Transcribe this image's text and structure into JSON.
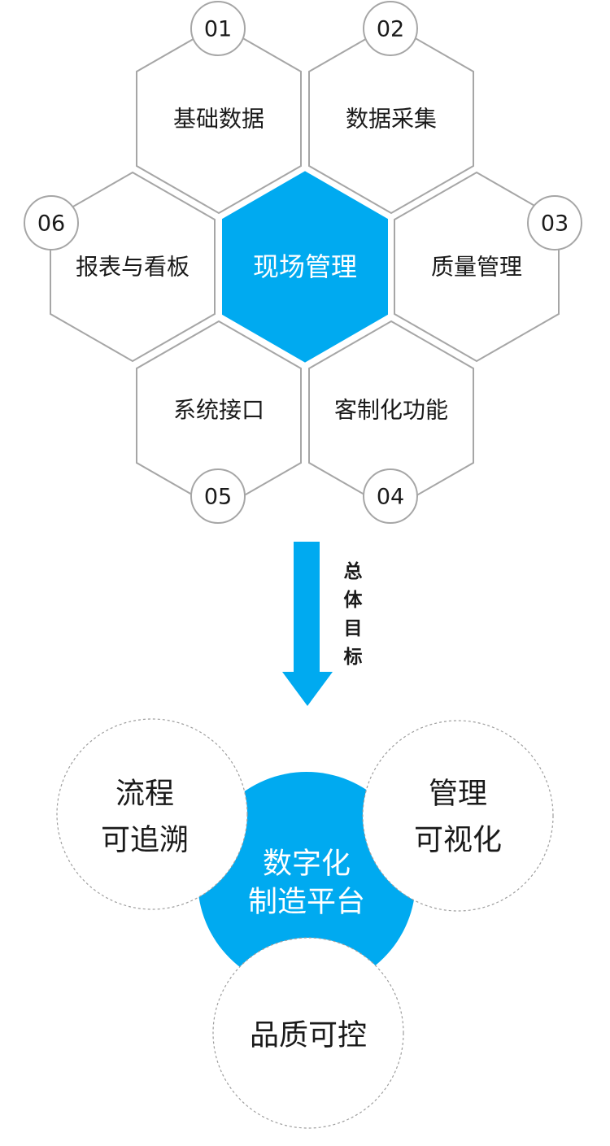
{
  "hexagons": {
    "center": "现场管理",
    "items": [
      {
        "label": "基础数据",
        "number": "01"
      },
      {
        "label": "数据采集",
        "number": "02"
      },
      {
        "label": "质量管理",
        "number": "03"
      },
      {
        "label": "客制化功能",
        "number": "04"
      },
      {
        "label": "系统接口",
        "number": "05"
      },
      {
        "label": "报表与看板",
        "number": "06"
      }
    ]
  },
  "goal": {
    "chars": [
      "总",
      "体",
      "目",
      "标"
    ]
  },
  "platform": {
    "center_line1": "数字化",
    "center_line2": "制造平台",
    "left_line1": "流程",
    "left_line2": "可追溯",
    "right_line1": "管理",
    "right_line2": "可视化",
    "bottom": "品质可控"
  },
  "colors": {
    "accent": "#00aaf0",
    "stroke": "#a6a6a6"
  }
}
